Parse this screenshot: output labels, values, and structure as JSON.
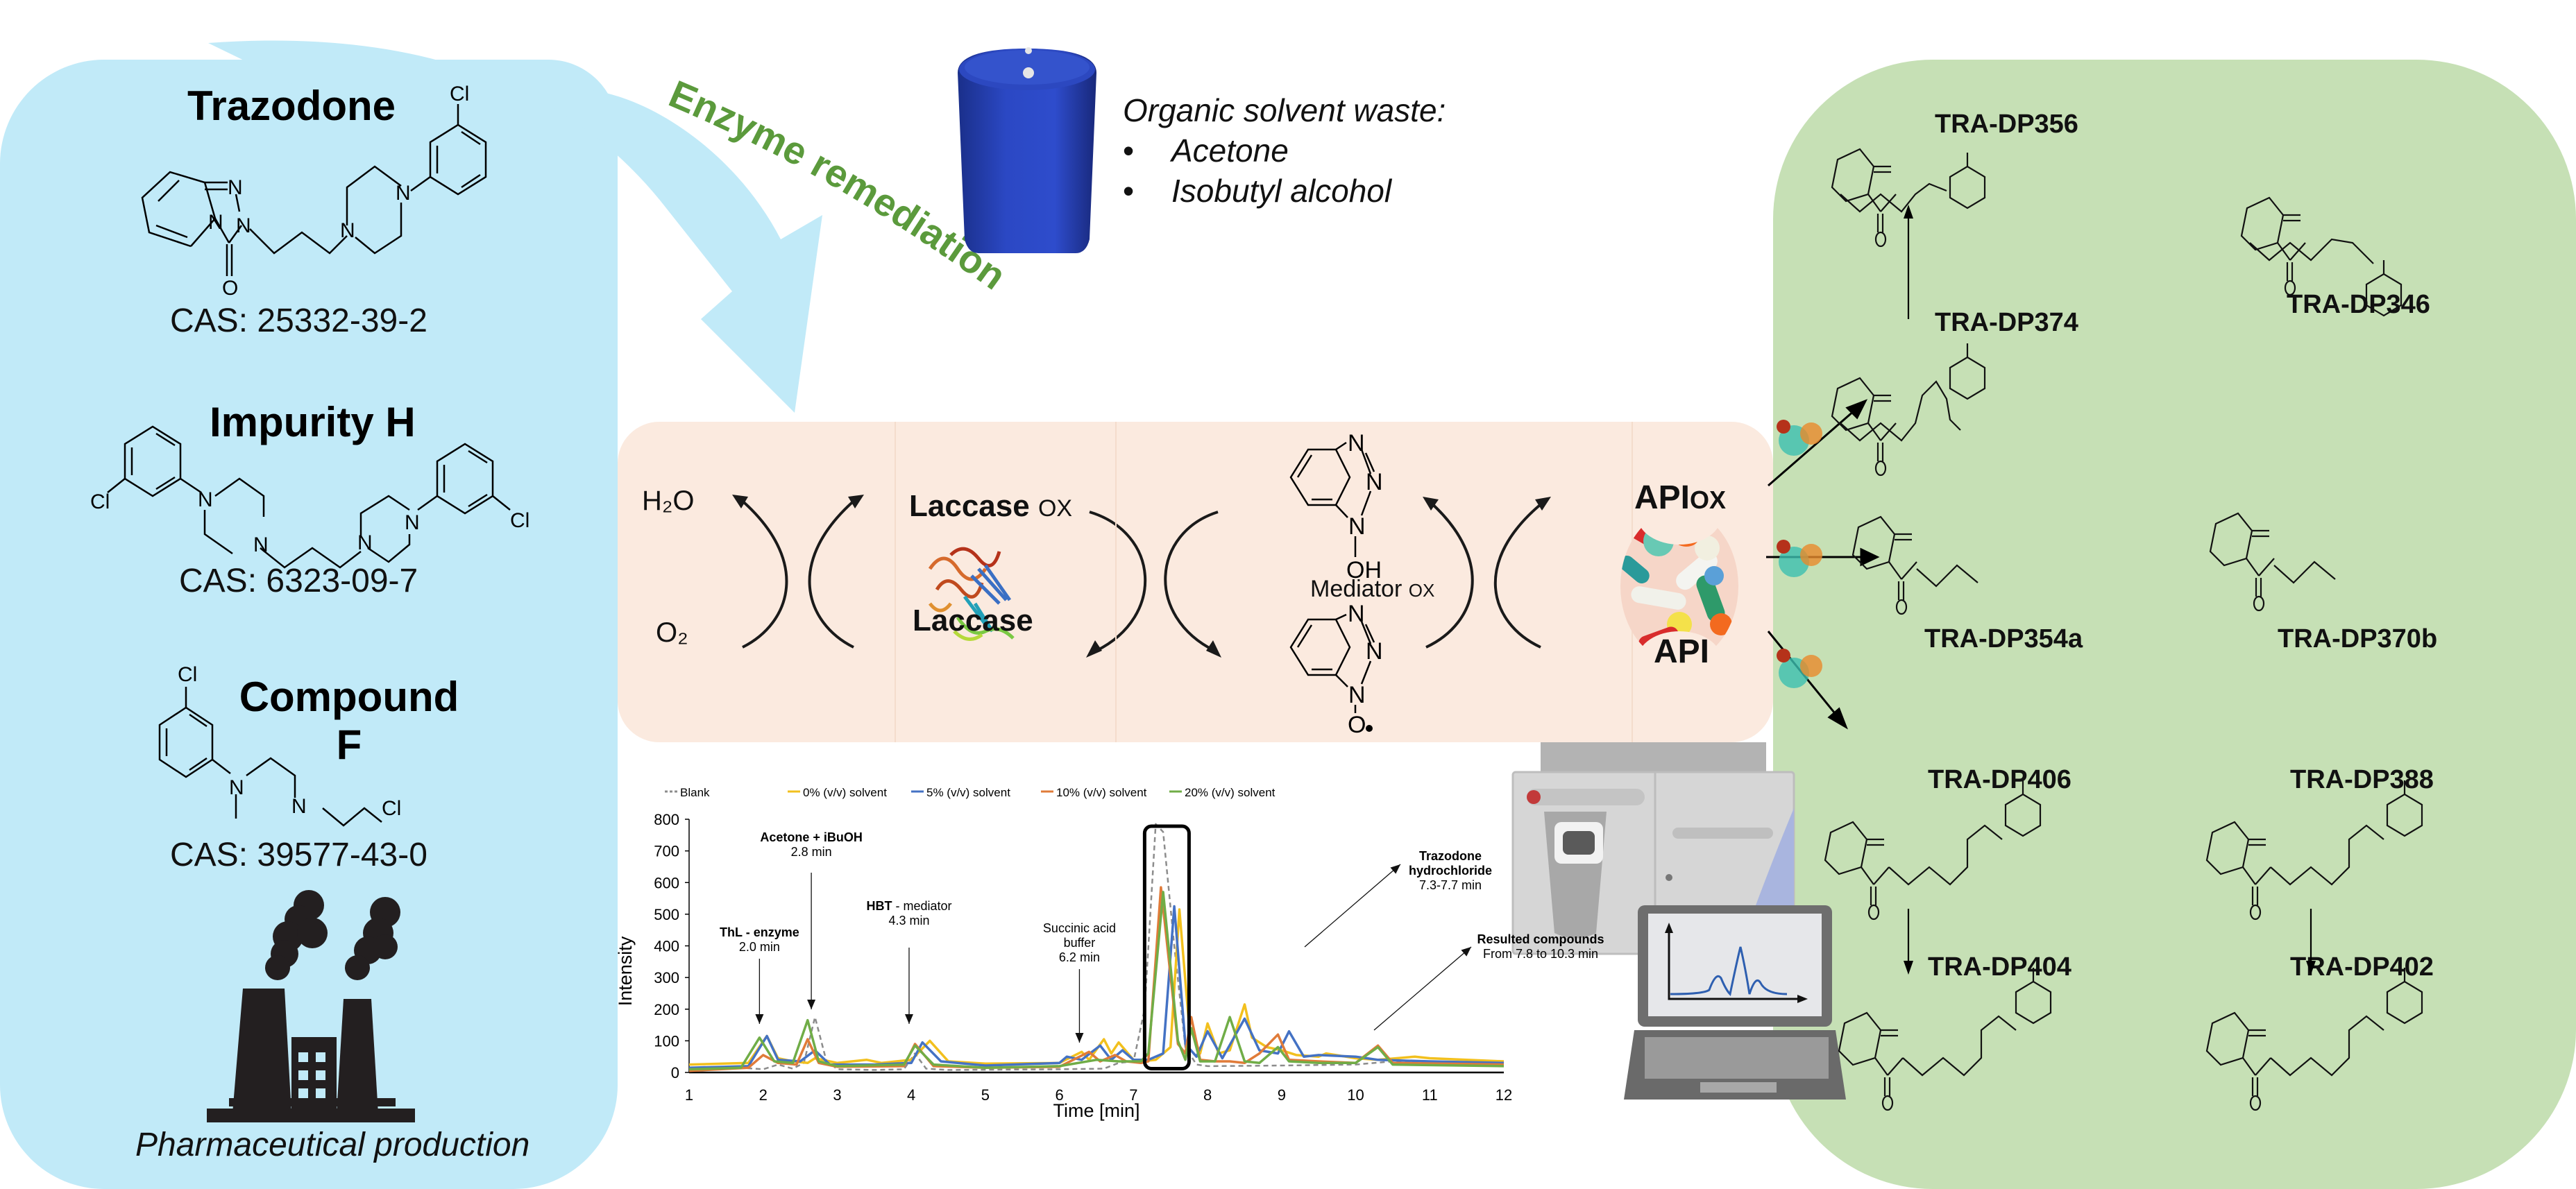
{
  "left_panel": {
    "compounds": [
      {
        "name": "Trazodone",
        "cas": "CAS: 25332-39-2"
      },
      {
        "name": "Impurity H",
        "cas": "CAS: 6323-09-7"
      },
      {
        "name_line1": "Compound",
        "name_line2": "F",
        "cas": "CAS: 39577-43-0"
      }
    ],
    "factory_caption": "Pharmaceutical production",
    "atom_labels": {
      "cl": "Cl",
      "n": "N",
      "o": "O"
    }
  },
  "arrow": {
    "label": "Enzyme remediation",
    "label_color": "#5b9a3c",
    "arrow_color": "#c1eaf8"
  },
  "solvent": {
    "heading": "Organic solvent waste:",
    "items": [
      "Acetone",
      "Isobutyl alcohol"
    ]
  },
  "cycle": {
    "h2o": "H₂O",
    "o2": "O₂",
    "laccase_ox": "Laccase",
    "laccase_ox_sub": "OX",
    "laccase": "Laccase",
    "mediator_ox": "Mediator",
    "mediator_ox_sub": "OX",
    "oh_label": "OH",
    "o_radical": "O",
    "api_ox": "API",
    "api_ox_sub": "OX",
    "api": "API"
  },
  "products": {
    "items": [
      {
        "id": "TRA-DP356"
      },
      {
        "id": "TRA-DP374"
      },
      {
        "id": "TRA-DP346"
      },
      {
        "id": "TRA-DP354a"
      },
      {
        "id": "TRA-DP370b"
      },
      {
        "id": "TRA-DP406"
      },
      {
        "id": "TRA-DP388"
      },
      {
        "id": "TRA-DP404"
      },
      {
        "id": "TRA-DP402"
      }
    ]
  },
  "chart_data": {
    "type": "line",
    "title": "",
    "xlabel": "Time [min]",
    "ylabel": "Intensity",
    "xlim": [
      1,
      12
    ],
    "ylim": [
      0,
      800
    ],
    "xticks": [
      1,
      2,
      3,
      4,
      5,
      6,
      7,
      8,
      9,
      10,
      11,
      12
    ],
    "yticks": [
      0,
      100,
      200,
      300,
      400,
      500,
      600,
      700,
      800
    ],
    "grid": false,
    "legend_position": "top",
    "series": [
      {
        "name": "Blank",
        "color": "#8c8c8c",
        "dashed": true,
        "x": [
          1,
          1.7,
          2.0,
          2.2,
          2.4,
          2.55,
          2.7,
          2.85,
          3.0,
          3.5,
          3.9,
          4.05,
          4.2,
          4.5,
          6.0,
          6.6,
          6.8,
          7.0,
          7.15,
          7.3,
          7.4,
          7.55,
          7.7,
          7.85,
          8.0,
          9.0,
          10.0,
          10.5,
          12
        ],
        "y": [
          10,
          15,
          10,
          25,
          12,
          30,
          175,
          40,
          10,
          8,
          10,
          60,
          12,
          8,
          10,
          12,
          30,
          35,
          200,
          785,
          760,
          400,
          80,
          25,
          20,
          22,
          25,
          35,
          30
        ]
      },
      {
        "name": "0% (v/v) solvent",
        "color": "#f2c01e",
        "dashed": false,
        "x": [
          1,
          1.8,
          2.05,
          2.2,
          2.4,
          2.6,
          2.7,
          3.0,
          3.4,
          3.6,
          4.0,
          4.25,
          4.5,
          5.0,
          6.0,
          6.3,
          6.4,
          6.6,
          6.7,
          6.8,
          7.0,
          7.1,
          7.3,
          7.5,
          7.62,
          7.75,
          7.9,
          8.0,
          8.15,
          8.3,
          8.5,
          8.6,
          8.8,
          9.0,
          9.2,
          9.5,
          9.6,
          10.0,
          10.3,
          10.8,
          11,
          12
        ],
        "y": [
          25,
          30,
          115,
          45,
          35,
          30,
          45,
          30,
          40,
          30,
          40,
          100,
          35,
          28,
          30,
          65,
          40,
          105,
          60,
          95,
          40,
          35,
          40,
          80,
          515,
          150,
          60,
          155,
          60,
          70,
          215,
          110,
          80,
          70,
          55,
          50,
          60,
          45,
          40,
          50,
          45,
          35
        ]
      },
      {
        "name": "5% (v/v) solvent",
        "color": "#4472c4",
        "dashed": false,
        "x": [
          1,
          1.8,
          2.05,
          2.2,
          2.5,
          2.7,
          2.9,
          3.5,
          4.0,
          4.15,
          4.4,
          5.0,
          6.0,
          6.1,
          6.3,
          6.55,
          6.7,
          6.85,
          7.0,
          7.2,
          7.4,
          7.55,
          7.7,
          7.85,
          8.0,
          8.2,
          8.5,
          8.7,
          8.95,
          9.1,
          9.3,
          9.5,
          10.0,
          10.3,
          11,
          12
        ],
        "y": [
          15,
          20,
          115,
          40,
          35,
          70,
          25,
          25,
          30,
          95,
          35,
          22,
          30,
          50,
          40,
          85,
          40,
          70,
          40,
          40,
          60,
          525,
          90,
          50,
          130,
          45,
          170,
          70,
          60,
          130,
          50,
          55,
          50,
          40,
          35,
          30
        ]
      },
      {
        "name": "10% (v/v) solvent",
        "color": "#e07b39",
        "dashed": false,
        "x": [
          1,
          1.8,
          2.0,
          2.2,
          2.45,
          2.6,
          2.75,
          3.0,
          3.9,
          4.05,
          4.3,
          5.0,
          6.0,
          6.4,
          6.55,
          6.75,
          6.9,
          7.1,
          7.2,
          7.37,
          7.6,
          7.7,
          7.78,
          7.9,
          8.1,
          8.3,
          8.5,
          8.7,
          8.95,
          9.1,
          9.5,
          10.0,
          10.3,
          10.5,
          12
        ],
        "y": [
          5,
          15,
          55,
          30,
          25,
          105,
          30,
          18,
          20,
          90,
          20,
          15,
          18,
          65,
          35,
          55,
          35,
          30,
          35,
          585,
          90,
          60,
          175,
          40,
          35,
          35,
          30,
          60,
          120,
          40,
          35,
          30,
          85,
          30,
          25
        ]
      },
      {
        "name": "20% (v/v) solvent",
        "color": "#70ad47",
        "dashed": false,
        "x": [
          1,
          1.7,
          1.95,
          2.15,
          2.4,
          2.6,
          2.75,
          3.0,
          3.9,
          4.05,
          4.3,
          5.0,
          6.0,
          6.5,
          6.8,
          7.1,
          7.2,
          7.4,
          7.6,
          7.7,
          7.78,
          7.9,
          8.1,
          8.3,
          8.5,
          8.7,
          8.95,
          9.1,
          9.5,
          10.0,
          10.3,
          10.5,
          12
        ],
        "y": [
          10,
          15,
          110,
          35,
          30,
          165,
          35,
          20,
          25,
          85,
          25,
          15,
          20,
          40,
          35,
          35,
          60,
          570,
          100,
          40,
          140,
          35,
          35,
          175,
          35,
          30,
          80,
          35,
          30,
          30,
          80,
          25,
          20
        ]
      }
    ],
    "annotations": [
      {
        "bold": "ThL - enzyme",
        "normal": "",
        "time_label": "2.0 min",
        "x": 1.95
      },
      {
        "bold": "Acetone + iBuOH",
        "normal": "",
        "time_label": "2.8 min",
        "x": 2.65
      },
      {
        "bold": "HBT",
        "normal": " - mediator",
        "time_label": "4.3 min",
        "x": 3.97
      },
      {
        "bold": "",
        "normal": "Succinic acid",
        "normal2": "buffer",
        "time_label": "6.2 min",
        "x": 6.27
      },
      {
        "bold": "Trazodone",
        "normal": "",
        "bold2": "hydrochloride",
        "time_label": "7.3-7.7 min"
      },
      {
        "bold": "Resulted compounds",
        "normal": "",
        "time_label": "From 7.8 to 10.3 min"
      }
    ],
    "highlight_range": [
      7.15,
      7.75
    ]
  }
}
